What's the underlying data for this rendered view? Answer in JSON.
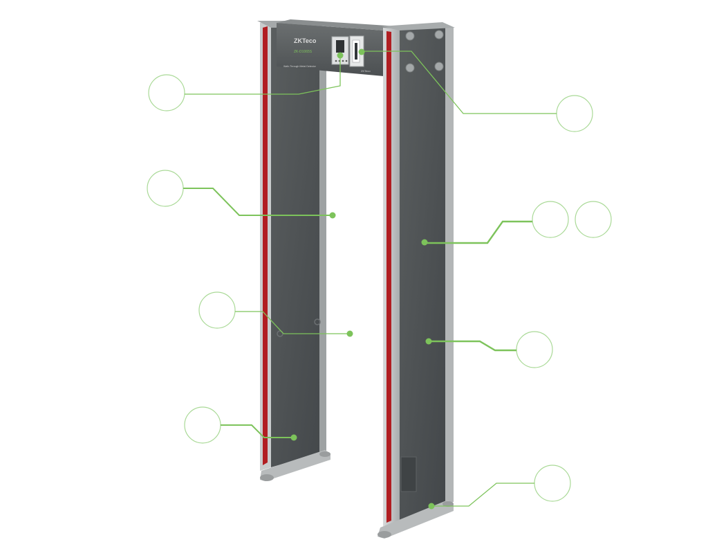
{
  "brand": {
    "logo_text": "ZKTeco",
    "model_text": "ZK-D1065S",
    "panel_caption": "Walk-Through Metal Detector",
    "panel_tag": "ZKTeco"
  },
  "colors": {
    "background": "#ffffff",
    "callout_green": "#7dc35b",
    "callout_circle": "#a9d996",
    "panel_dark": "#4d5152",
    "frame_light": "#c7cacb",
    "stripe_red": "#b11e22"
  },
  "callouts": [
    {
      "id": "control-panel",
      "label": ""
    },
    {
      "id": "left-panel-upper",
      "label": ""
    },
    {
      "id": "left-panel-middle",
      "label": ""
    },
    {
      "id": "left-panel-lower",
      "label": ""
    },
    {
      "id": "indicator-display",
      "label": ""
    },
    {
      "id": "right-panel-upper",
      "label": ""
    },
    {
      "id": "right-panel-upper-extra",
      "label": ""
    },
    {
      "id": "right-panel-middle",
      "label": ""
    },
    {
      "id": "right-foot",
      "label": ""
    }
  ]
}
